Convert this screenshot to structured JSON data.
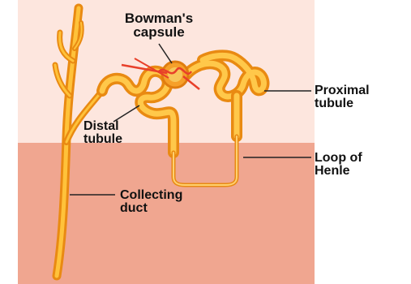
{
  "labels": {
    "bowmans_capsule": [
      "Bowman's",
      "capsule"
    ],
    "proximal_tubule": [
      "Proximal",
      "tubule"
    ],
    "distal_tubule": [
      "Distal",
      "tubule"
    ],
    "loop_of_henle": [
      "Loop of",
      "Henle"
    ],
    "collecting_duct": [
      "Collecting",
      "duct"
    ]
  },
  "colors": {
    "cortex_background": "#fde6de",
    "medulla_background": "#f0a690",
    "tubule_outer": "#f29a1e",
    "tubule_inner": "#ffd060",
    "capillary_red": "#e8402a",
    "leader_line": "#222222"
  }
}
